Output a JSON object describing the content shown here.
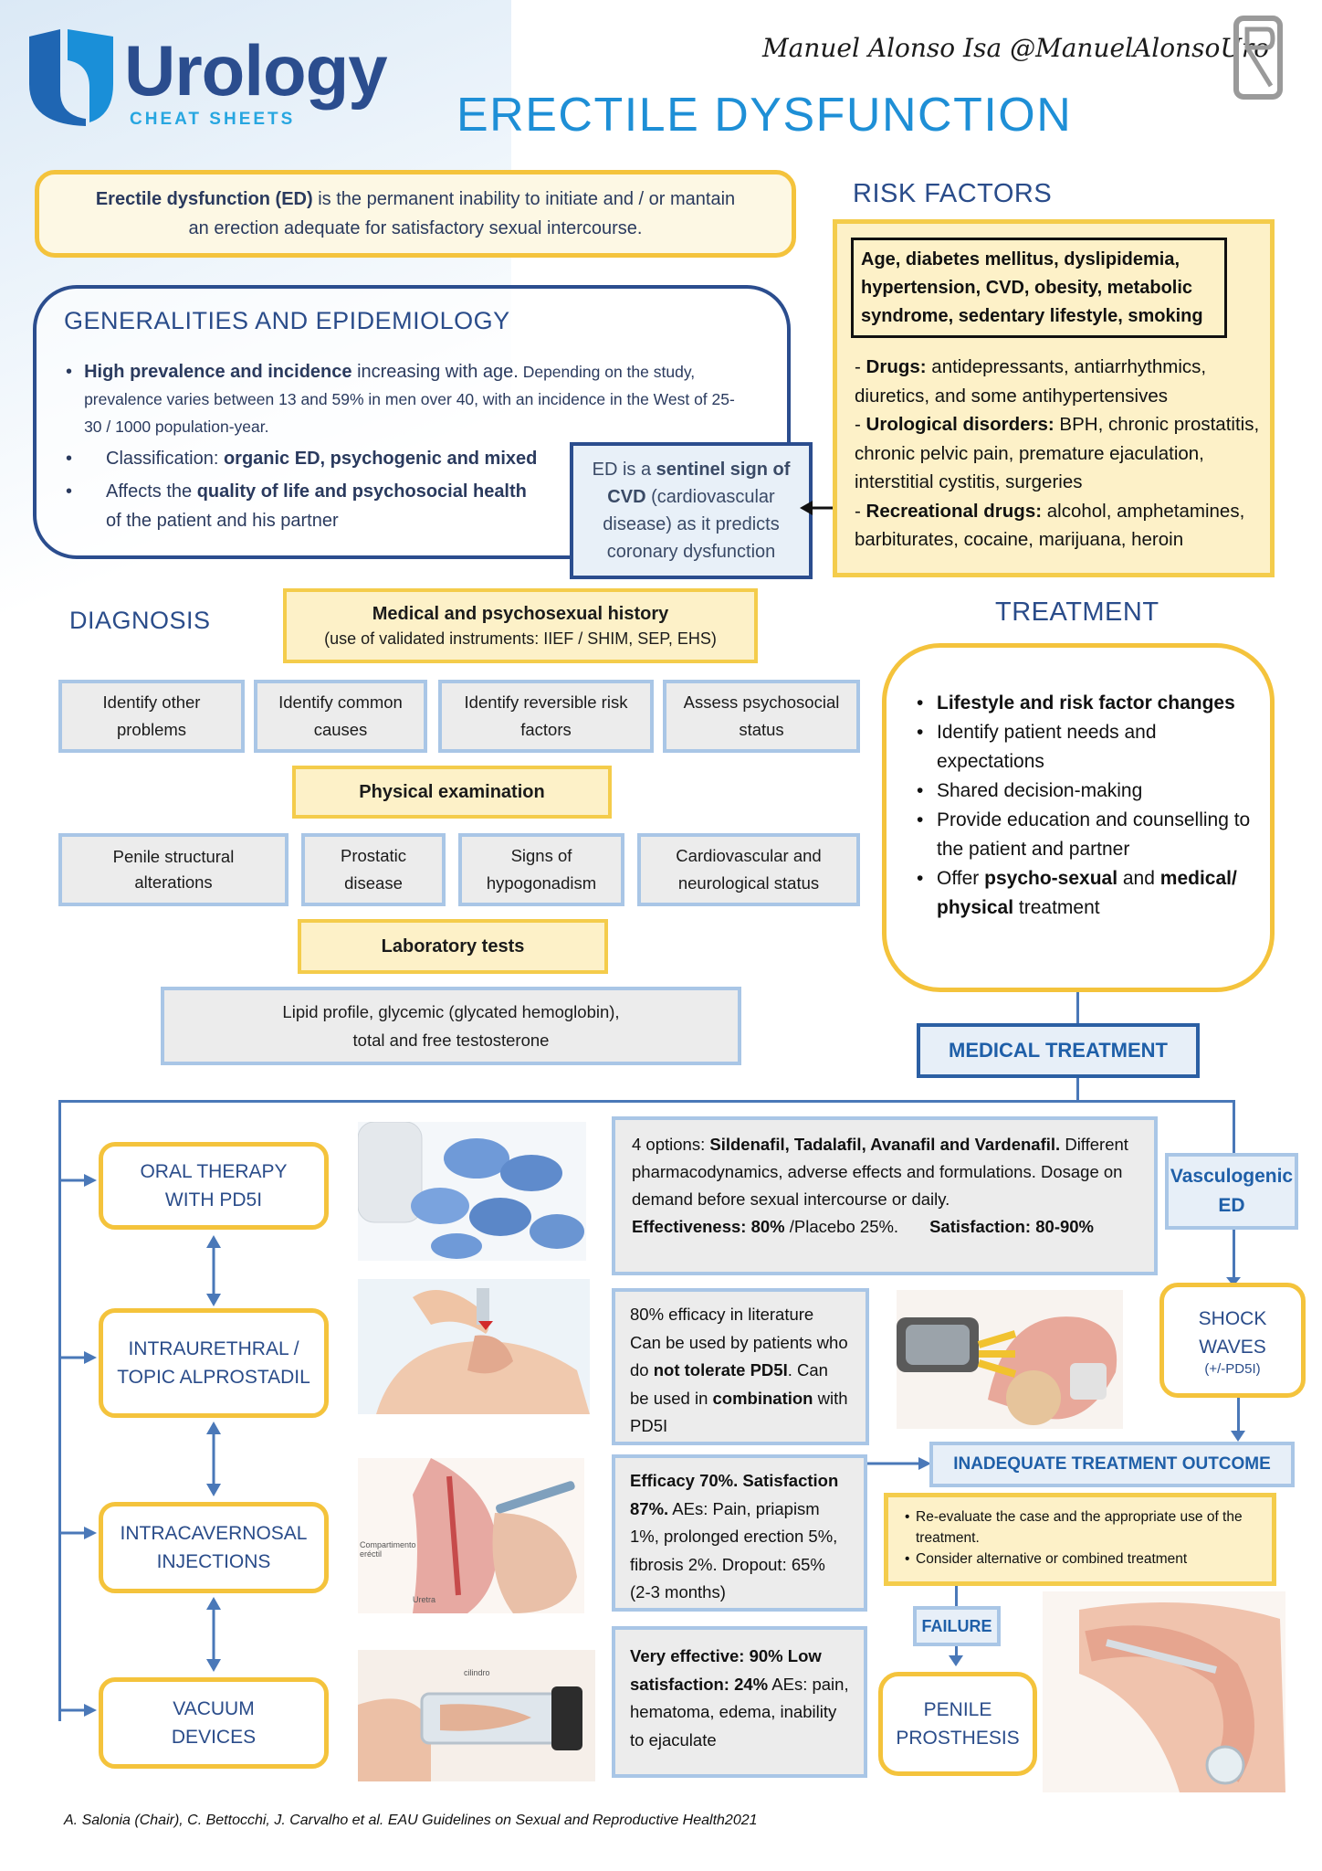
{
  "header": {
    "logo_word": "Urology",
    "logo_sub": "CHEAT SHEETS",
    "author": "Manuel Alonso Isa @ManuelAlonsoUro",
    "title": "ERECTILE DYSFUNCTION"
  },
  "definition": {
    "term": "Erectile dysfunction (ED)",
    "text": " is the permanent inability to initiate and / or mantain an erection adequate for satisfactory sexual intercourse."
  },
  "generalities": {
    "title": "GENERALITIES AND EPIDEMIOLOGY",
    "b1_bold": "High prevalence and incidence",
    "b1_rest": " increasing with age.",
    "b1_small": " Depending on the study, prevalence varies between 13 and 59% in men over 40, with an incidence in the West of 25-30 / 1000 population-year.",
    "b2_pre": "Classification: ",
    "b2_bold": "organic ED, psychogenic and mixed",
    "b3_pre": "Affects the ",
    "b3_bold1": "quality of life and psychosocial health",
    "b3_rest": " of the patient and his partner"
  },
  "sentinel": {
    "pre": "ED is a ",
    "bold": "sentinel sign of CVD",
    "rest": " (cardiovascular disease) as it predicts coronary dysfunction"
  },
  "risk": {
    "title": "RISK FACTORS",
    "main": "Age, diabetes mellitus, dyslipidemia, hypertension, CVD, obesity, metabolic syndrome, sedentary lifestyle,  smoking",
    "drugs_label": "Drugs:",
    "drugs": " antidepressants, antiarrhythmics, diuretics, and some antihypertensives",
    "uro_label": "Urological disorders:",
    "uro": " BPH, chronic prostatitis, chronic pelvic pain, premature ejaculation, interstitial cystitis, surgeries",
    "rec_label": "Recreational drugs:",
    "rec": " alcohol, amphetamines, barbiturates, cocaine, marijuana, heroin"
  },
  "diagnosis": {
    "title": "DIAGNOSIS",
    "history_title": "Medical and psychosexual history",
    "history_sub": "(use of validated instruments: IIEF / SHIM, SEP, EHS)",
    "row1": [
      "Identify other problems",
      "Identify common causes",
      "Identify reversible risk factors",
      "Assess psychosocial status"
    ],
    "exam_title": "Physical examination",
    "row2": [
      "Penile structural alterations",
      "Prostatic disease",
      "Signs of hypogonadism",
      "Cardiovascular and neurological status"
    ],
    "lab_title": "Laboratory tests",
    "lab_text1": "Lipid profile, glycemic (glycated hemoglobin),",
    "lab_text2": "total and free testosterone"
  },
  "treatment": {
    "title": "TREATMENT",
    "i1": "Lifestyle and risk factor changes",
    "i2": "Identify patient needs and expectations",
    "i3": "Shared decision-making",
    "i4": "Provide education and counselling to the patient and partner",
    "i5_pre": "Offer ",
    "i5_b1": "psycho-sexual",
    "i5_mid": " and ",
    "i5_b2": "medical/ physical",
    "i5_rest": " treatment",
    "medical": "MEDICAL TREATMENT"
  },
  "therapies": [
    {
      "l1": "ORAL THERAPY",
      "l2": "WITH PD5I"
    },
    {
      "l1": "INTRAURETHRAL /",
      "l2": "TOPIC ALPROSTADIL"
    },
    {
      "l1": "INTRACAVERNOSAL",
      "l2": "INJECTIONS"
    },
    {
      "l1": "VACUUM",
      "l2": "DEVICES"
    }
  ],
  "oral": {
    "pre": "4 options: ",
    "bold": "Sildenafil, Tadalafil, Avanafil and Vardenafil.",
    "text": " Different pharmacodynamics, adverse effects and formulations. Dosage on demand before sexual intercourse or daily.",
    "eff_label": "Effectiveness: 80%",
    "eff_rest": " /Placebo 25%.",
    "sat": "Satisfaction: 80-90%"
  },
  "intraurethral": {
    "l1": "80% efficacy in literature",
    "l2": "Can be used by patients who do ",
    "l2b": "not tolerate PD5I",
    "l3": ". Can be used in ",
    "l3b": "combination",
    "l4": " with PD5I"
  },
  "intracav": {
    "bold": "Efficacy 70%. Satisfaction 87%.",
    "text": " AEs: Pain, priapism 1%, prolonged erection 5%, fibrosis 2%. Dropout: 65% (2-3 months)"
  },
  "vacuum": {
    "bold1": "Very effective: 90% Low satisfaction: 24%",
    "text": " AEs: pain, hematoma, edema, inability to ejaculate"
  },
  "vasculogenic": "Vasculogenic ED",
  "shock": {
    "l1": "SHOCK",
    "l2": "WAVES",
    "l3": "(+/-PD5I)"
  },
  "inadequate": "INADEQUATE TREATMENT OUTCOME",
  "reeval": {
    "b1": "Re-evaluate the case and  the appropriate  use of the treatment.",
    "b2": "Consider alternative or combined treatment"
  },
  "failure": "FAILURE",
  "prosthesis": {
    "l1": "PENILE",
    "l2": "PROSTHESIS"
  },
  "image_labels": {
    "a": "Compartimento eréctil",
    "b": "Uretra",
    "c": "cilindro"
  },
  "footer": "A. Salonia (Chair), C. Bettocchi, J. Carvalho et al. EAU Guidelines on Sexual and Reproductive Health2021",
  "colors": {
    "accent_blue": "#2a4c8a",
    "title_blue": "#1e8fd6",
    "yellow_border": "#f4c33c",
    "yellow_fill": "#fdf1c8",
    "gray_fill": "#ececec"
  }
}
